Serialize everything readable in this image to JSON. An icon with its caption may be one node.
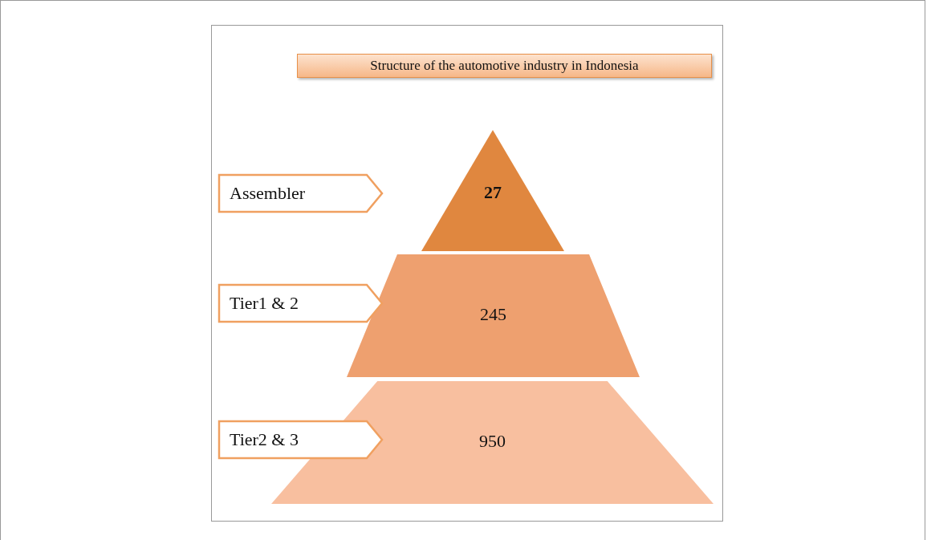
{
  "diagram": {
    "title": "Structure of the automotive industry in Indonesia",
    "nodes": [
      {
        "text": [
          "Assembler"
        ]
      },
      {
        "text": [
          "27"
        ]
      },
      {
        "text": [
          "Tier1 & 2"
        ]
      },
      {
        "text": [
          "245"
        ]
      },
      {
        "text": [
          "Tier2 & 3"
        ]
      },
      {
        "text": [
          "950"
        ]
      }
    ]
  }
}
